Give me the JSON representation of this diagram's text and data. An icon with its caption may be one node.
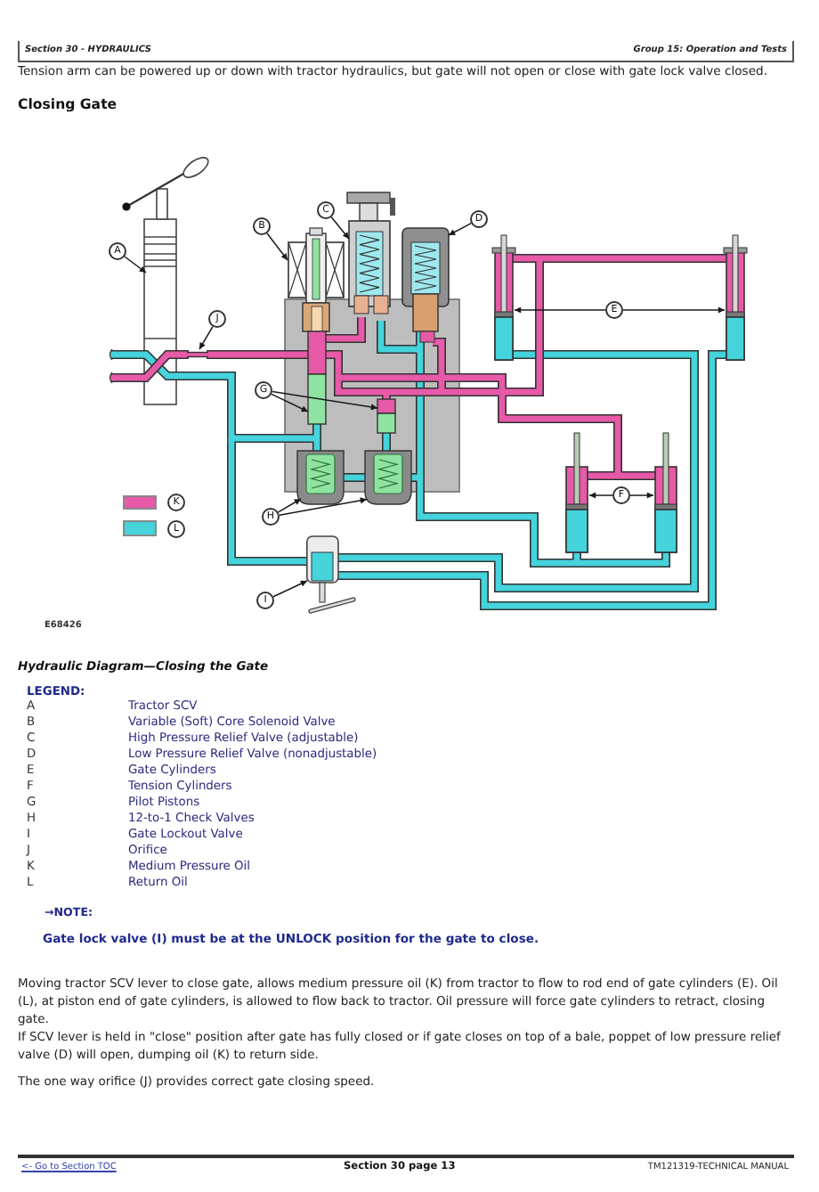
{
  "diagram": {
    "title": "Closing Gate",
    "caption": "Hydraulic Diagram—Closing the Gate",
    "nodes": [
      {
        "text": [
          "A"
        ]
      },
      {
        "text": [
          "B"
        ]
      },
      {
        "text": [
          "C"
        ]
      },
      {
        "text": [
          "D"
        ]
      },
      {
        "text": [
          "E"
        ]
      },
      {
        "text": [
          "F"
        ]
      },
      {
        "text": [
          "G"
        ]
      },
      {
        "text": [
          "H"
        ]
      },
      {
        "text": [
          "I"
        ]
      },
      {
        "text": [
          "J"
        ]
      }
    ],
    "edges": [
      {
        "from": 0,
        "to": null,
        "arrow": "to"
      },
      {
        "from": 1,
        "to": null,
        "arrow": "to"
      },
      {
        "from": 2,
        "to": null,
        "arrow": "to"
      },
      {
        "from": 3,
        "to": null,
        "arrow": "to"
      },
      {
        "from": 4,
        "to": null,
        "arrow": "to"
      },
      {
        "from": 4,
        "to": null,
        "arrow": "to"
      },
      {
        "from": 5,
        "to": null,
        "arrow": "to"
      },
      {
        "from": 5,
        "to": null,
        "arrow": "to"
      },
      {
        "from": 6,
        "to": null,
        "arrow": "to"
      },
      {
        "from": 6,
        "to": null,
        "arrow": "to"
      },
      {
        "from": 7,
        "to": null,
        "arrow": "to"
      },
      {
        "from": 7,
        "to": null,
        "arrow": "to"
      },
      {
        "from": 8,
        "to": null,
        "arrow": "to"
      },
      {
        "from": 9,
        "to": null,
        "arrow": "to"
      }
    ],
    "labels": [
      "Section 30 - HYDRAULICS",
      "Group 15: Operation and Tests",
      "Tension arm can be powered up or down with tractor hydraulics, but gate will not open or close with gate lock valve closed.",
      "E68426",
      "LEGEND:",
      "A",
      "Tractor SCV",
      "B",
      "Variable (Soft) Core Solenoid Valve",
      "C",
      "High Pressure Relief Valve (adjustable)",
      "D",
      "Low Pressure Relief Valve (nonadjustable)",
      "E",
      "Gate Cylinders",
      "F",
      "Tension Cylinders",
      "G",
      "Pilot Pistons",
      "H",
      "12-to-1 Check Valves",
      "I",
      "Gate Lockout Valve",
      "J",
      "Orifice",
      "K",
      "Medium Pressure Oil",
      "L",
      "Return Oil",
      "→NOTE:",
      "Gate lock valve (I) must be at the UNLOCK position for the gate to close.",
      "Moving tractor SCV lever to close gate, allows medium pressure oil (K) from tractor to flow to rod end of gate cylinders (E). Oil (L), at piston end of gate cylinders, is allowed to flow back to tractor. Oil pressure will force gate cylinders to retract, closing gate.",
      "If SCV lever is held in \"close\" position after gate has fully closed or if gate closes on top of a bale, poppet of low pressure relief valve (D) will open, dumping oil (K) to return side.",
      "The one way orifice (J) provides correct gate closing speed.",
      "<- Go to Section TOC",
      "Section 30 page 13",
      "TM121319-TECHNICAL MANUAL"
    ],
    "legend": [
      {
        "text": "K",
        "color": "#e65aa8"
      },
      {
        "text": "L",
        "color": "#45d3dc"
      }
    ]
  }
}
